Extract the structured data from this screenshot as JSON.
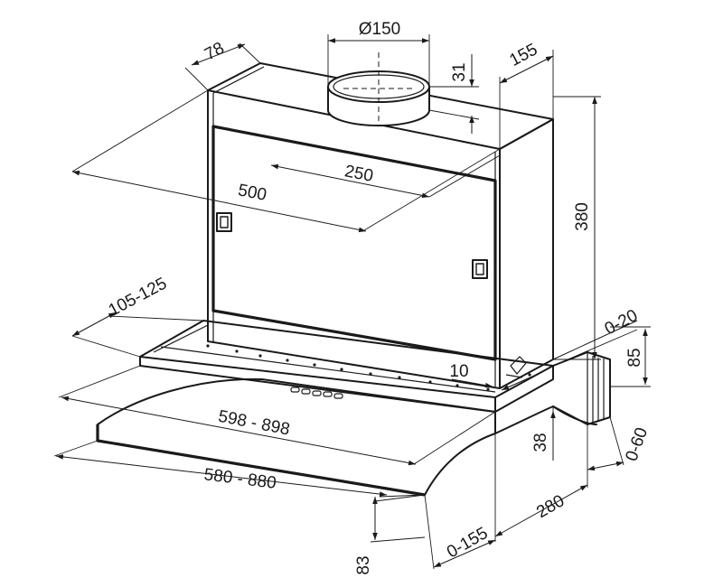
{
  "dimensions": {
    "depth_top": "78",
    "duct_diameter": "Ø150",
    "duct_height": "31",
    "rear_offset": "155",
    "inner_depth": "250",
    "body_width": "500",
    "body_height": "380",
    "front_depth": "105-125",
    "clearance_top": "0-20",
    "side_block": "85",
    "gap": "10",
    "outer_width": "598 - 898",
    "visor_width": "580 - 880",
    "visor_drop": "38",
    "side_depth": "0-60",
    "visor_height": "83",
    "bottom_depth": "280",
    "bottom_offset": "0-155"
  }
}
